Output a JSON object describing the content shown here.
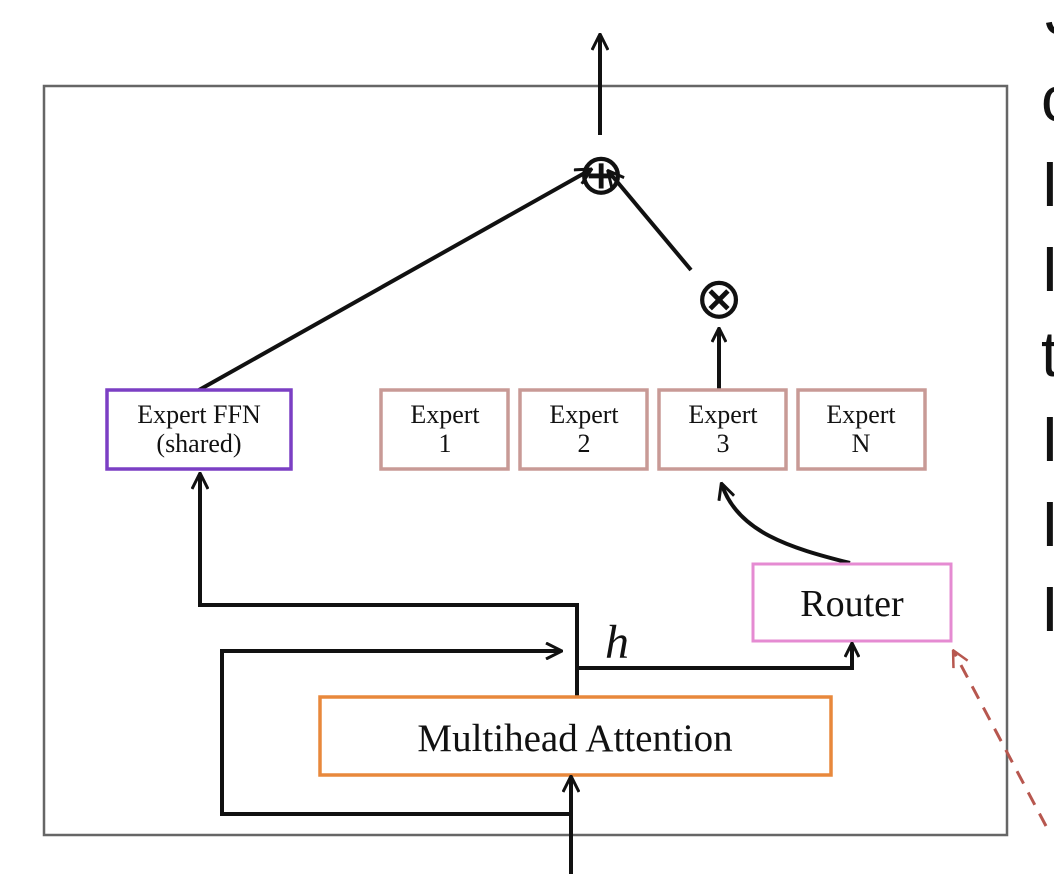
{
  "diagram": {
    "symbols": {
      "add": "⊕",
      "multiply": "⊗"
    },
    "labels": {
      "shared_expert_line1": "Expert FFN",
      "shared_expert_line2": "(shared)",
      "expert_1_line1": "Expert",
      "expert_1_line2": "1",
      "expert_2_line1": "Expert",
      "expert_2_line2": "2",
      "expert_3_line1": "Expert",
      "expert_3_line2": "3",
      "expert_n_line1": "Expert",
      "expert_n_line2": "N",
      "router": "Router",
      "hidden_state": "h",
      "attention": "Multihead Attention"
    },
    "side_text": {
      "line_1": "J",
      "line_2": "c",
      "line_3": "I",
      "line_4": "I",
      "line_5": "t",
      "line_6": "I",
      "line_7": "I",
      "line_8": "I"
    },
    "colors": {
      "frame": "#666666",
      "shared_expert": "#7b3fc4",
      "experts": "#c89a96",
      "router": "#e58bd2",
      "attention": "#e8883c",
      "arrows": "#111111",
      "dashed_link": "#b7574f"
    }
  }
}
